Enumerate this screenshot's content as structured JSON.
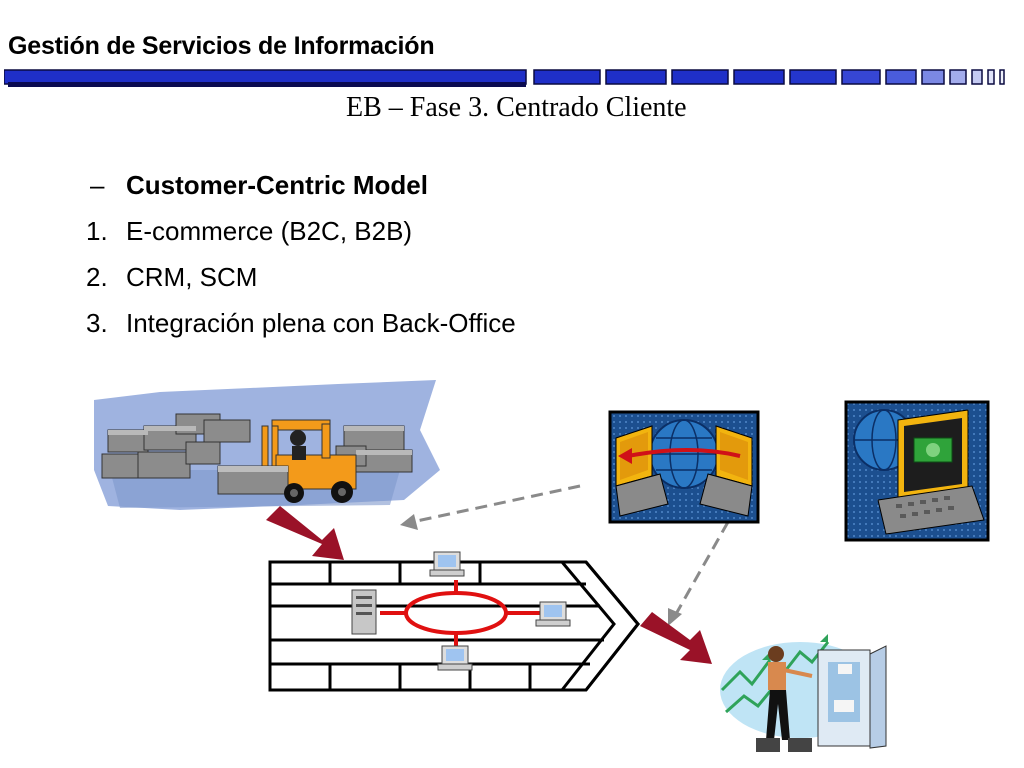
{
  "header": {
    "title": "Gestión de Servicios de Información"
  },
  "slide": {
    "title": "EB – Fase 3. Centrado Cliente"
  },
  "list": [
    {
      "marker": "–",
      "text": "Customer-Centric Model",
      "bold": true
    },
    {
      "marker": "1.",
      "text": "E-commerce (B2C, B2B)",
      "bold": false
    },
    {
      "marker": "2.",
      "text": "CRM, SCM",
      "bold": false
    },
    {
      "marker": "3.",
      "text": "Integración plena con Back-Office",
      "bold": false
    }
  ],
  "colors": {
    "header_bar": "#1f2fc8",
    "header_bar_light": "#8f9ae8",
    "arrow_red": "#9a1228",
    "ring_red": "#e01010",
    "clipart_blue": "#1c4f8f",
    "frame_black": "#000000"
  },
  "icons": {
    "warehouse": "forklift-warehouse-icon",
    "network_hub": "enterprise-network-icon",
    "ecommerce": "computers-globe-icon",
    "payment": "computer-money-icon",
    "customer": "customer-door-icon"
  }
}
